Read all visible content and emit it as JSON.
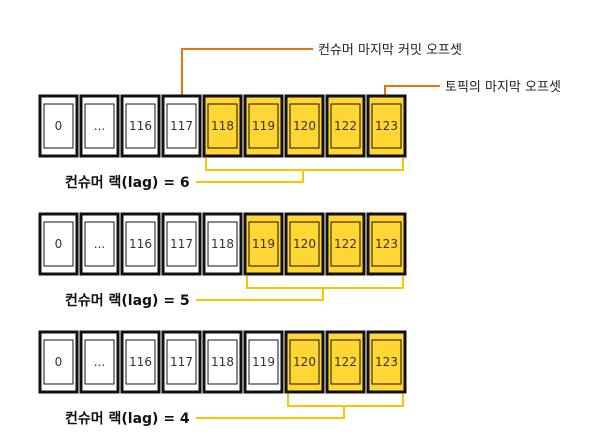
{
  "colors": {
    "highlight": "#ffd633",
    "bracket": "#f7c600",
    "callout": "#e8730a",
    "border": "#111111",
    "text": "#333333"
  },
  "callouts": {
    "consumer_offset": "컨슈머 마지막 커밋 오프셋",
    "topic_offset": "토픽의 마지막 오프셋"
  },
  "rows": [
    {
      "cells": [
        "0",
        "...",
        "116",
        "117",
        "118",
        "119",
        "120",
        "122",
        "123"
      ],
      "highlight_from": 4,
      "lag_label": "컨슈머 랙(lag) = 6"
    },
    {
      "cells": [
        "0",
        "...",
        "116",
        "117",
        "118",
        "119",
        "120",
        "122",
        "123"
      ],
      "highlight_from": 5,
      "lag_label": "컨슈머 랙(lag) = 5"
    },
    {
      "cells": [
        "0",
        "...",
        "116",
        "117",
        "118",
        "119",
        "120",
        "122",
        "123"
      ],
      "highlight_from": 6,
      "lag_label": "컨슈머 랙(lag) = 4"
    }
  ]
}
